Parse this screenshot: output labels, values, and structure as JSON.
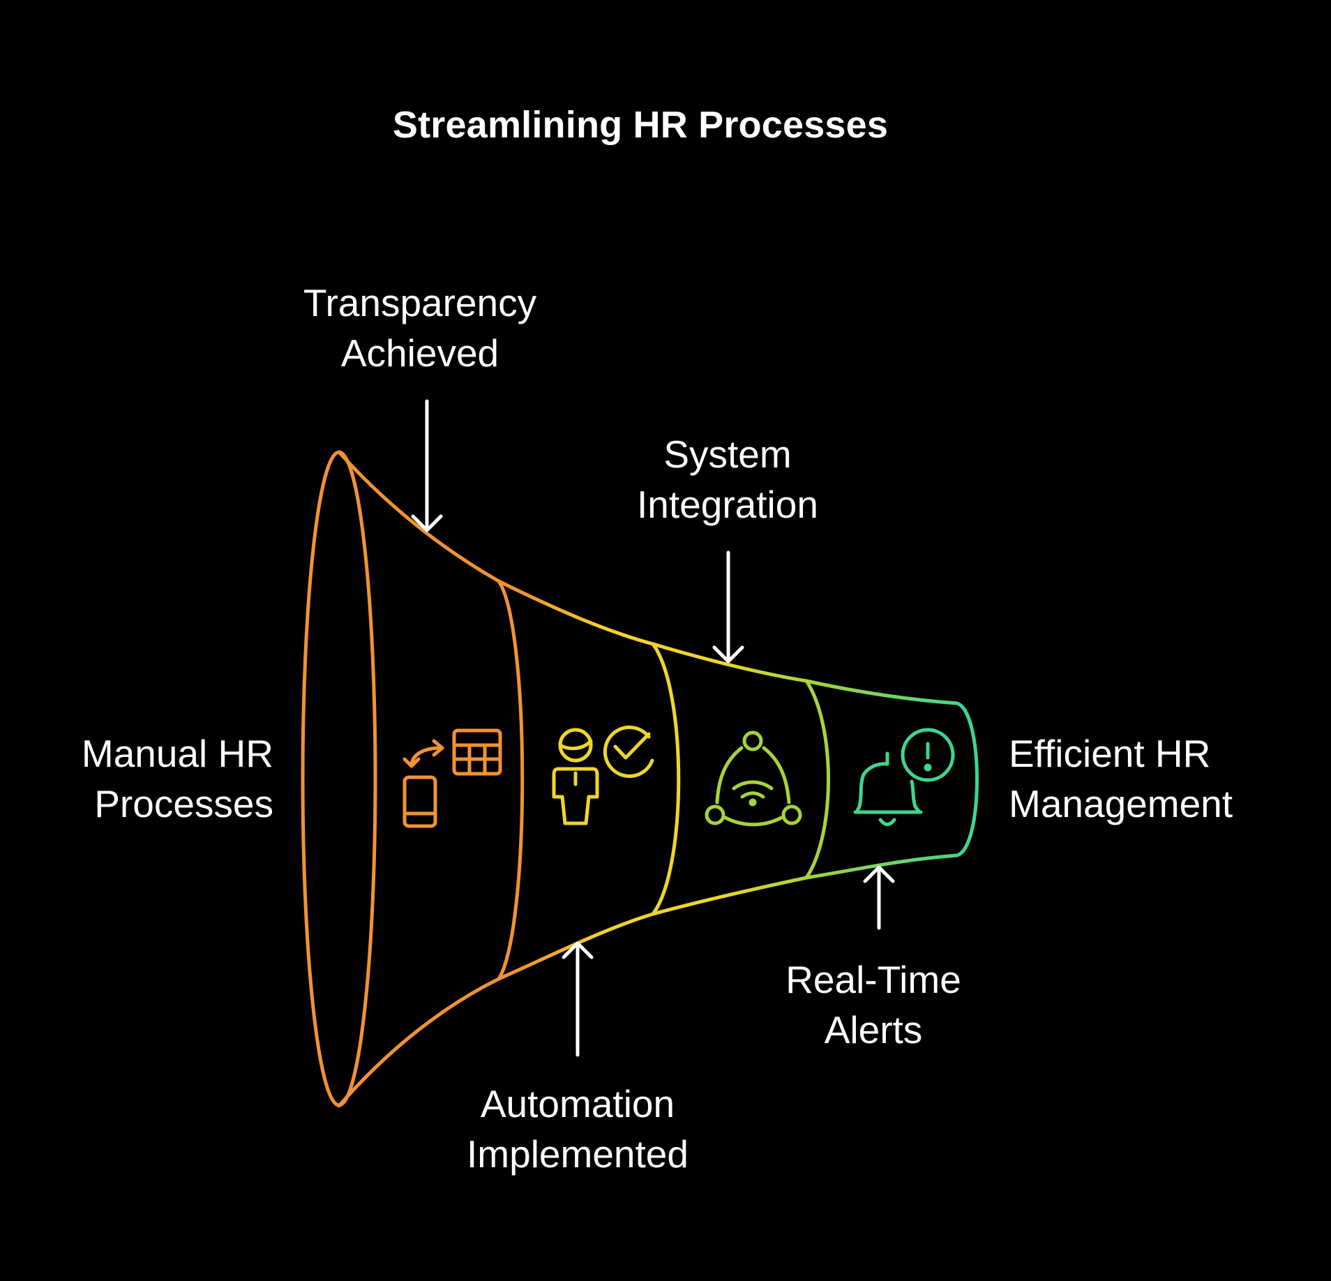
{
  "title": "Streamlining HR Processes",
  "start_label": {
    "line1": "Manual HR",
    "line2": "Processes"
  },
  "end_label": {
    "line1": "Efficient HR",
    "line2": "Management"
  },
  "stages": [
    {
      "line1": "Transparency",
      "line2": "Achieved",
      "icon": "data-transfer-icon",
      "color": "#F39233"
    },
    {
      "line1": "Automation",
      "line2": "Implemented",
      "icon": "user-approval-icon",
      "color": "#EFD62A"
    },
    {
      "line1": "System",
      "line2": "Integration",
      "icon": "network-integration-icon",
      "color": "#A6D43A"
    },
    {
      "line1": "Real-Time",
      "line2": "Alerts",
      "icon": "alert-bell-icon",
      "color": "#3ED68F"
    }
  ],
  "colors": {
    "background": "#000000",
    "text": "#FFFFFF",
    "orange": "#F39233",
    "yellow": "#EFD62A",
    "lime": "#A6D43A",
    "green": "#3ED68F"
  }
}
